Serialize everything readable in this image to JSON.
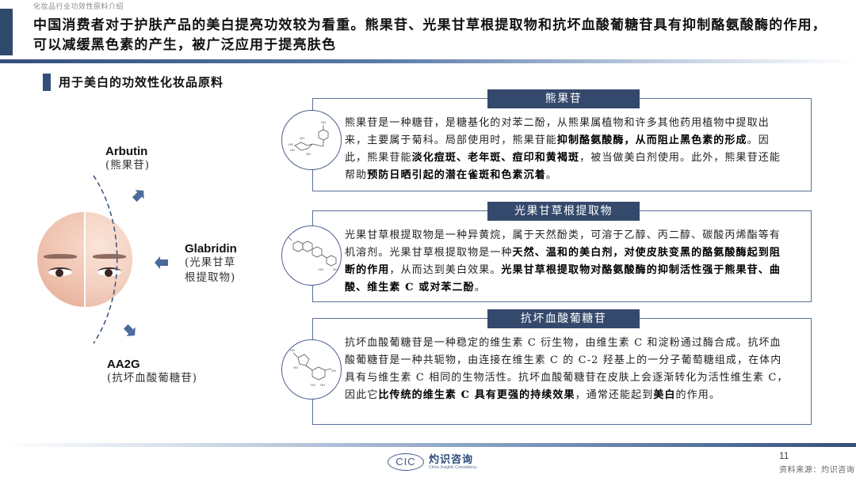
{
  "header": {
    "doc_label": "化妆品行业功效性原料介绍",
    "headline": "中国消费者对于护肤产品的美白提亮功效较为看重。熊果苷、光果甘草根提取物和抗坏血酸葡糖苷具有抑制酪氨酸酶的作用，可以减缓黑色素的产生，被广泛应用于提亮肤色"
  },
  "section": {
    "title": "用于美白的功效性化妆品原料"
  },
  "diagram": {
    "ingredients": [
      {
        "en": "Arbutin",
        "cn": "(熊果苷)"
      },
      {
        "en": "Glabridin",
        "cn_line1": "(光果甘草",
        "cn_line2": "根提取物)"
      },
      {
        "en": "AA2G",
        "cn": "(抗坏血酸葡糖苷)"
      }
    ],
    "image": "face-before-after-whitening"
  },
  "cards": [
    {
      "title": "熊果苷",
      "segments": [
        {
          "t": "熊果苷是一种糖苷，是糖基化的对苯二酚，从熊果属植物和许多其他药用植物中提取出来，主要属于菊科。局部使用时，熊果苷能",
          "b": false
        },
        {
          "t": "抑制酪氨酸酶，从而阻止黑色素的形成",
          "b": true
        },
        {
          "t": "。因此，熊果苷能",
          "b": false
        },
        {
          "t": "淡化痘斑、老年斑、痘印和黄褐斑",
          "b": true
        },
        {
          "t": "，被当做美白剂使用。此外，熊果苷还能帮助",
          "b": false
        },
        {
          "t": "预防日晒引起的潜在雀斑和色素沉着",
          "b": true
        },
        {
          "t": "。",
          "b": false
        }
      ],
      "icon": "arbutin-molecule-icon"
    },
    {
      "title": "光果甘草根提取物",
      "segments": [
        {
          "t": "光果甘草根提取物是一种异黄烷，属于天然酚类，可溶于乙醇、丙二醇、碳酸丙烯酯等有机溶剂。光果甘草根提取物是一种",
          "b": false
        },
        {
          "t": "天然、温和的美白剂，对使皮肤变黑的酪氨酸酶起到阻断的作用",
          "b": true
        },
        {
          "t": "，从而达到美白效果。",
          "b": false
        },
        {
          "t": "光果甘草根提取物对酪氨酸酶的抑制活性强于熊果苷、曲酸、维生素 C 或对苯二酚",
          "b": true
        },
        {
          "t": "。",
          "b": false
        }
      ],
      "icon": "glabridin-molecule-icon"
    },
    {
      "title": "抗坏血酸葡糖苷",
      "segments": [
        {
          "t": "抗坏血酸葡糖苷是一种稳定的维生素 C 衍生物，由维生素 C 和淀粉通过酶合成。抗坏血酸葡糖苷是一种共轭物，由连接在维生素 C 的 C-2 羟基上的一分子葡萄糖组成，在体内具有与维生素 C 相同的生物活性。抗坏血酸葡糖苷在皮肤上会逐渐转化为活性维生素 C，因此它",
          "b": false
        },
        {
          "t": "比传统的维生素 C 具有更强的持续效果",
          "b": true
        },
        {
          "t": "，通常还能起到",
          "b": false
        },
        {
          "t": "美白",
          "b": true
        },
        {
          "t": "的作用。",
          "b": false
        }
      ],
      "icon": "aa2g-molecule-icon"
    }
  ],
  "footer": {
    "logo_mark": "CIC",
    "logo_cn": "灼识咨询",
    "logo_en": "China Insights Consultancy",
    "page_number": "11",
    "source": "资料来源：灼识咨询"
  },
  "colors": {
    "navy": "#34496c",
    "box_border": "#5a6f99",
    "arrow": "#4a6a9c"
  }
}
